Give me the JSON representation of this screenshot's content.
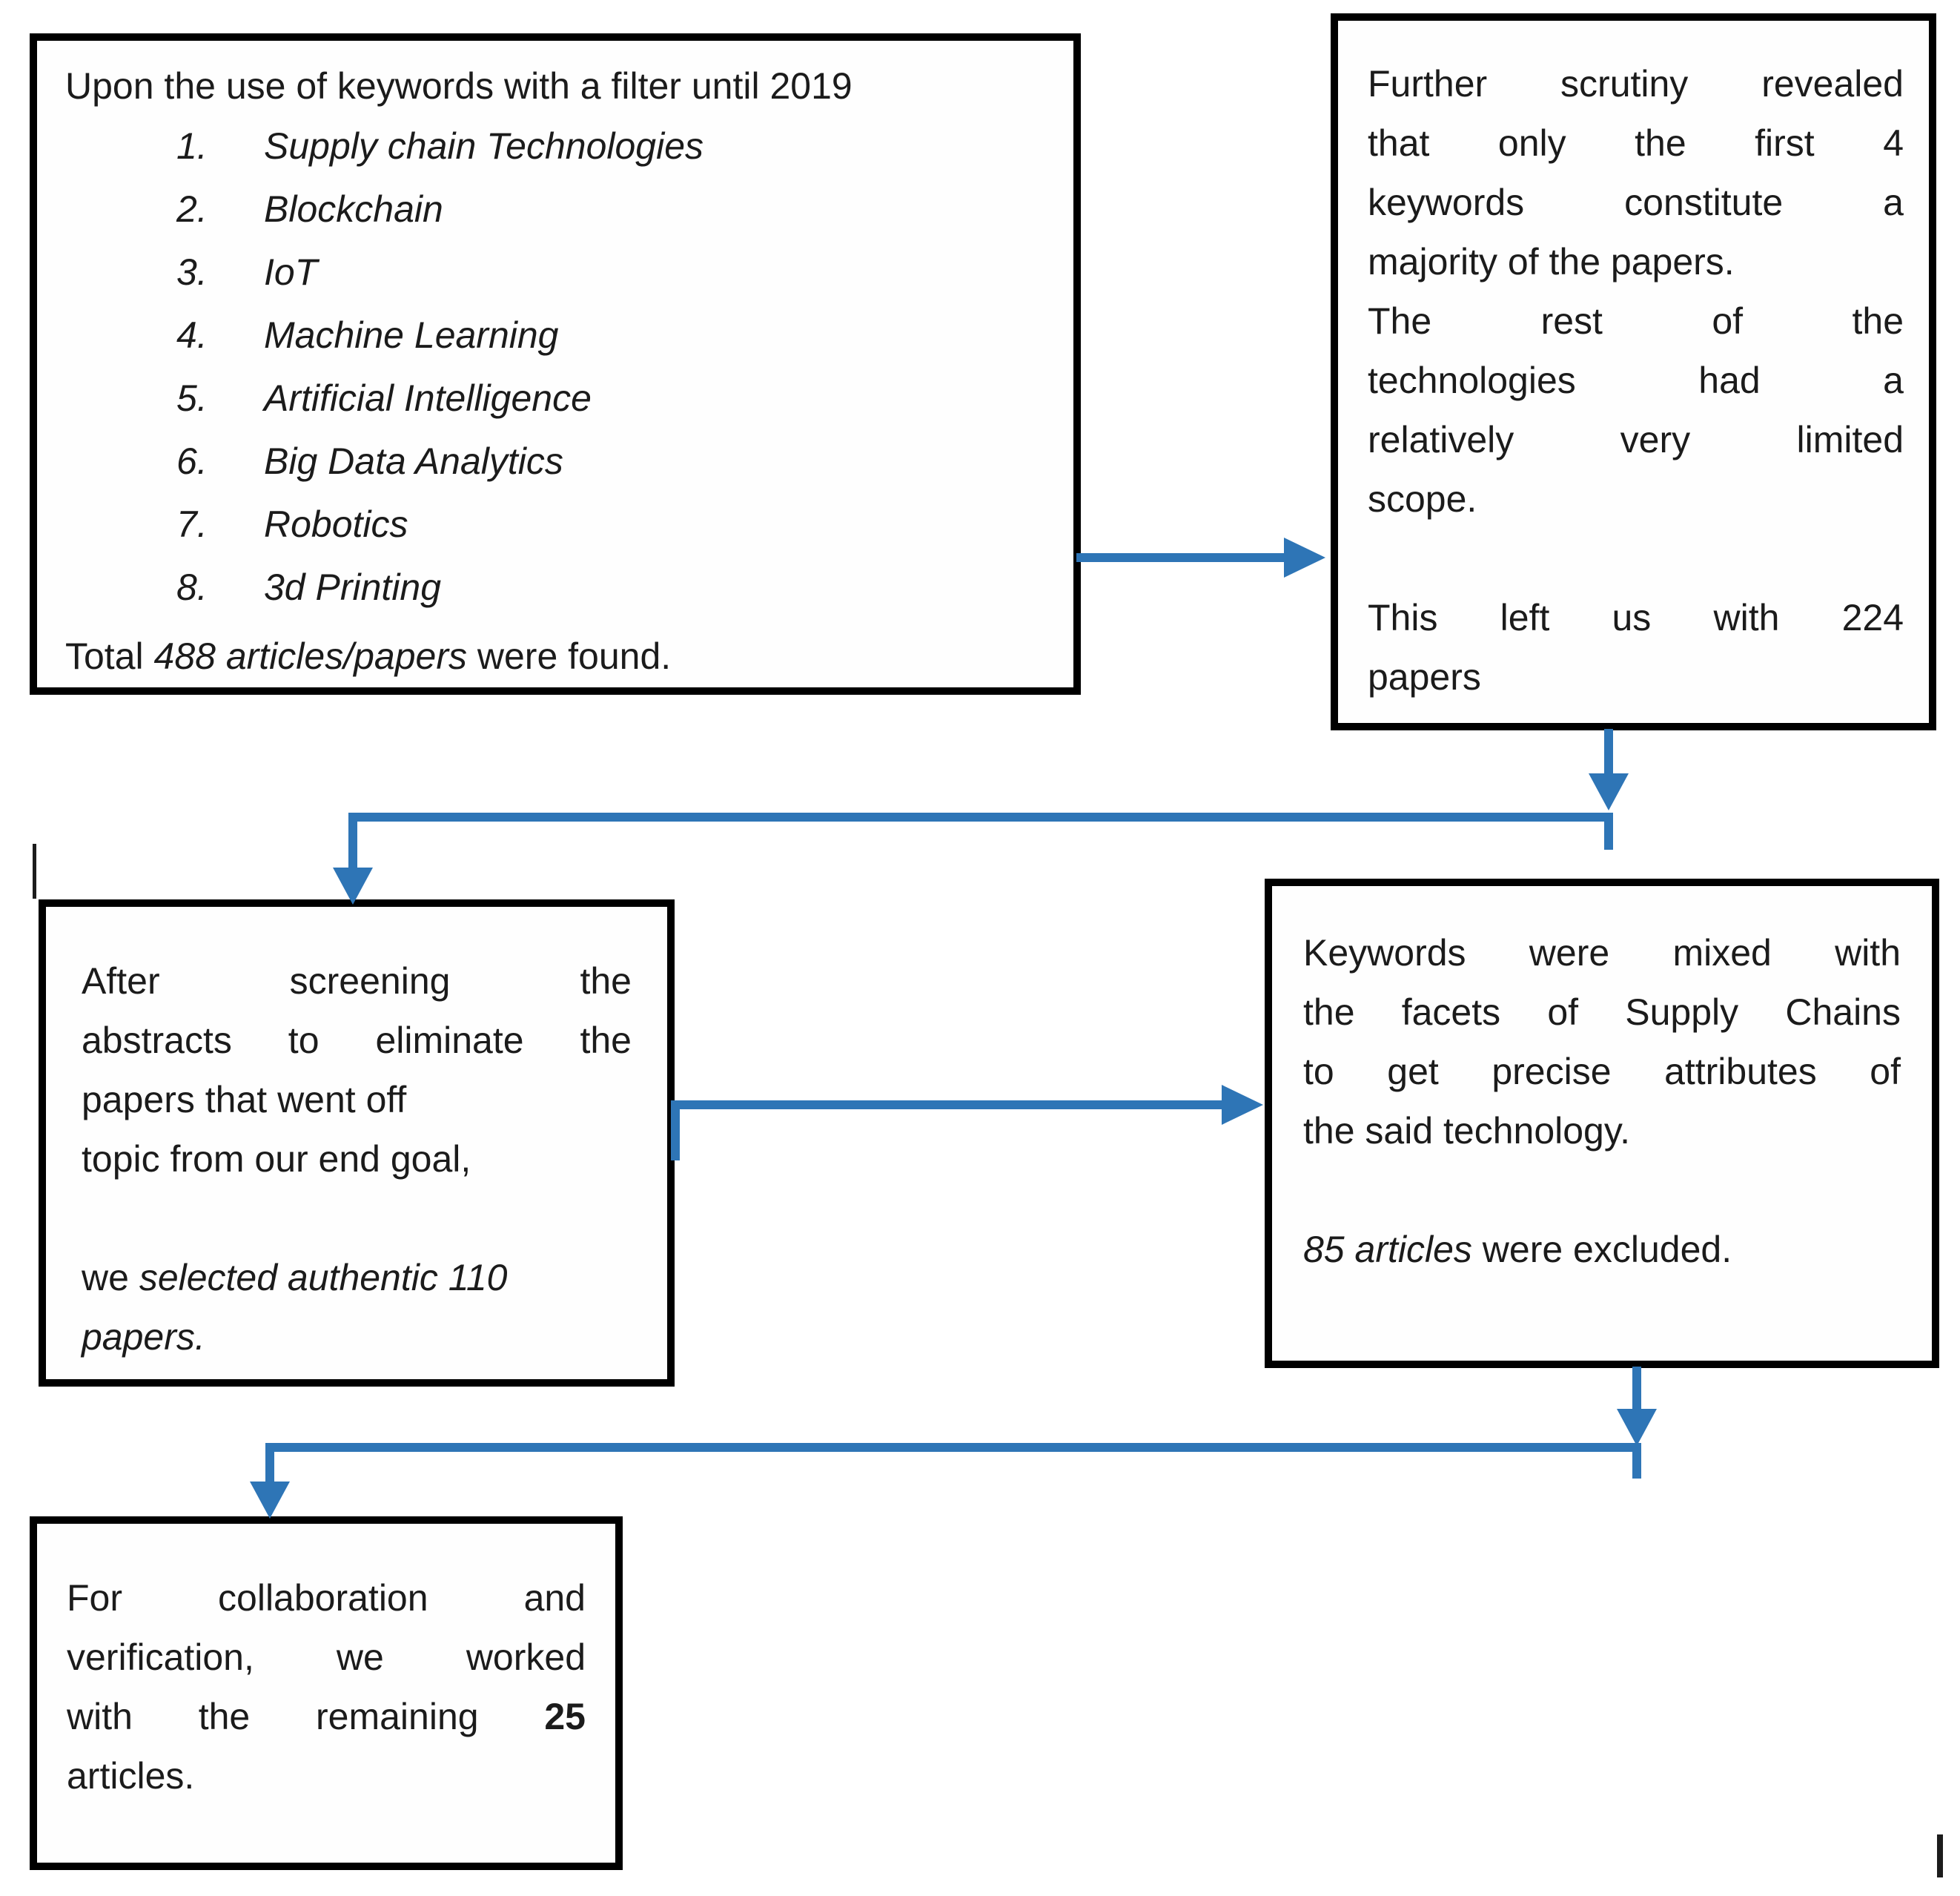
{
  "diagram": {
    "type": "flowchart",
    "connector_color": "#2e75b6",
    "box_border_color": "#000000"
  },
  "box1": {
    "title": "Upon the use of keywords with a filter until 2019",
    "items": [
      {
        "num": "1.",
        "label": "Supply chain Technologies"
      },
      {
        "num": "2.",
        "label": "Blockchain"
      },
      {
        "num": "3.",
        "label": "IoT"
      },
      {
        "num": "4.",
        "label": "Machine Learning"
      },
      {
        "num": "5.",
        "label": "Artificial Intelligence"
      },
      {
        "num": "6.",
        "label": "Big Data Analytics"
      },
      {
        "num": "7.",
        "label": "Robotics"
      },
      {
        "num": "8.",
        "label": "3d Printing"
      }
    ],
    "total_prefix": "Total ",
    "total_italic": "488 articles/papers",
    "total_suffix": " were found."
  },
  "box2": {
    "lines": [
      "Further scrutiny revealed",
      "that only the first 4",
      "keywords constitute a",
      "majority of the papers.",
      "The rest of the",
      "technologies had a",
      "relatively very limited",
      "scope.",
      "",
      "This left us with 224",
      "papers"
    ]
  },
  "box3": {
    "lines": [
      "After screening the",
      "abstracts to eliminate the",
      "papers that went off",
      "topic from our end goal,"
    ],
    "selected_prefix": "we ",
    "selected_italic": "selected authentic 110",
    "selected_italic_2": "papers."
  },
  "box4": {
    "lines": [
      "Keywords were mixed with",
      "the facets of Supply Chains",
      "to get precise attributes of",
      "the said technology."
    ],
    "excluded_italic": "85 articles",
    "excluded_suffix": " were excluded."
  },
  "box5": {
    "line1": "For collaboration and",
    "line2": "verification, we worked",
    "line3_prefix": "with the remaining",
    "line3_bold": "25",
    "line4": "articles."
  }
}
